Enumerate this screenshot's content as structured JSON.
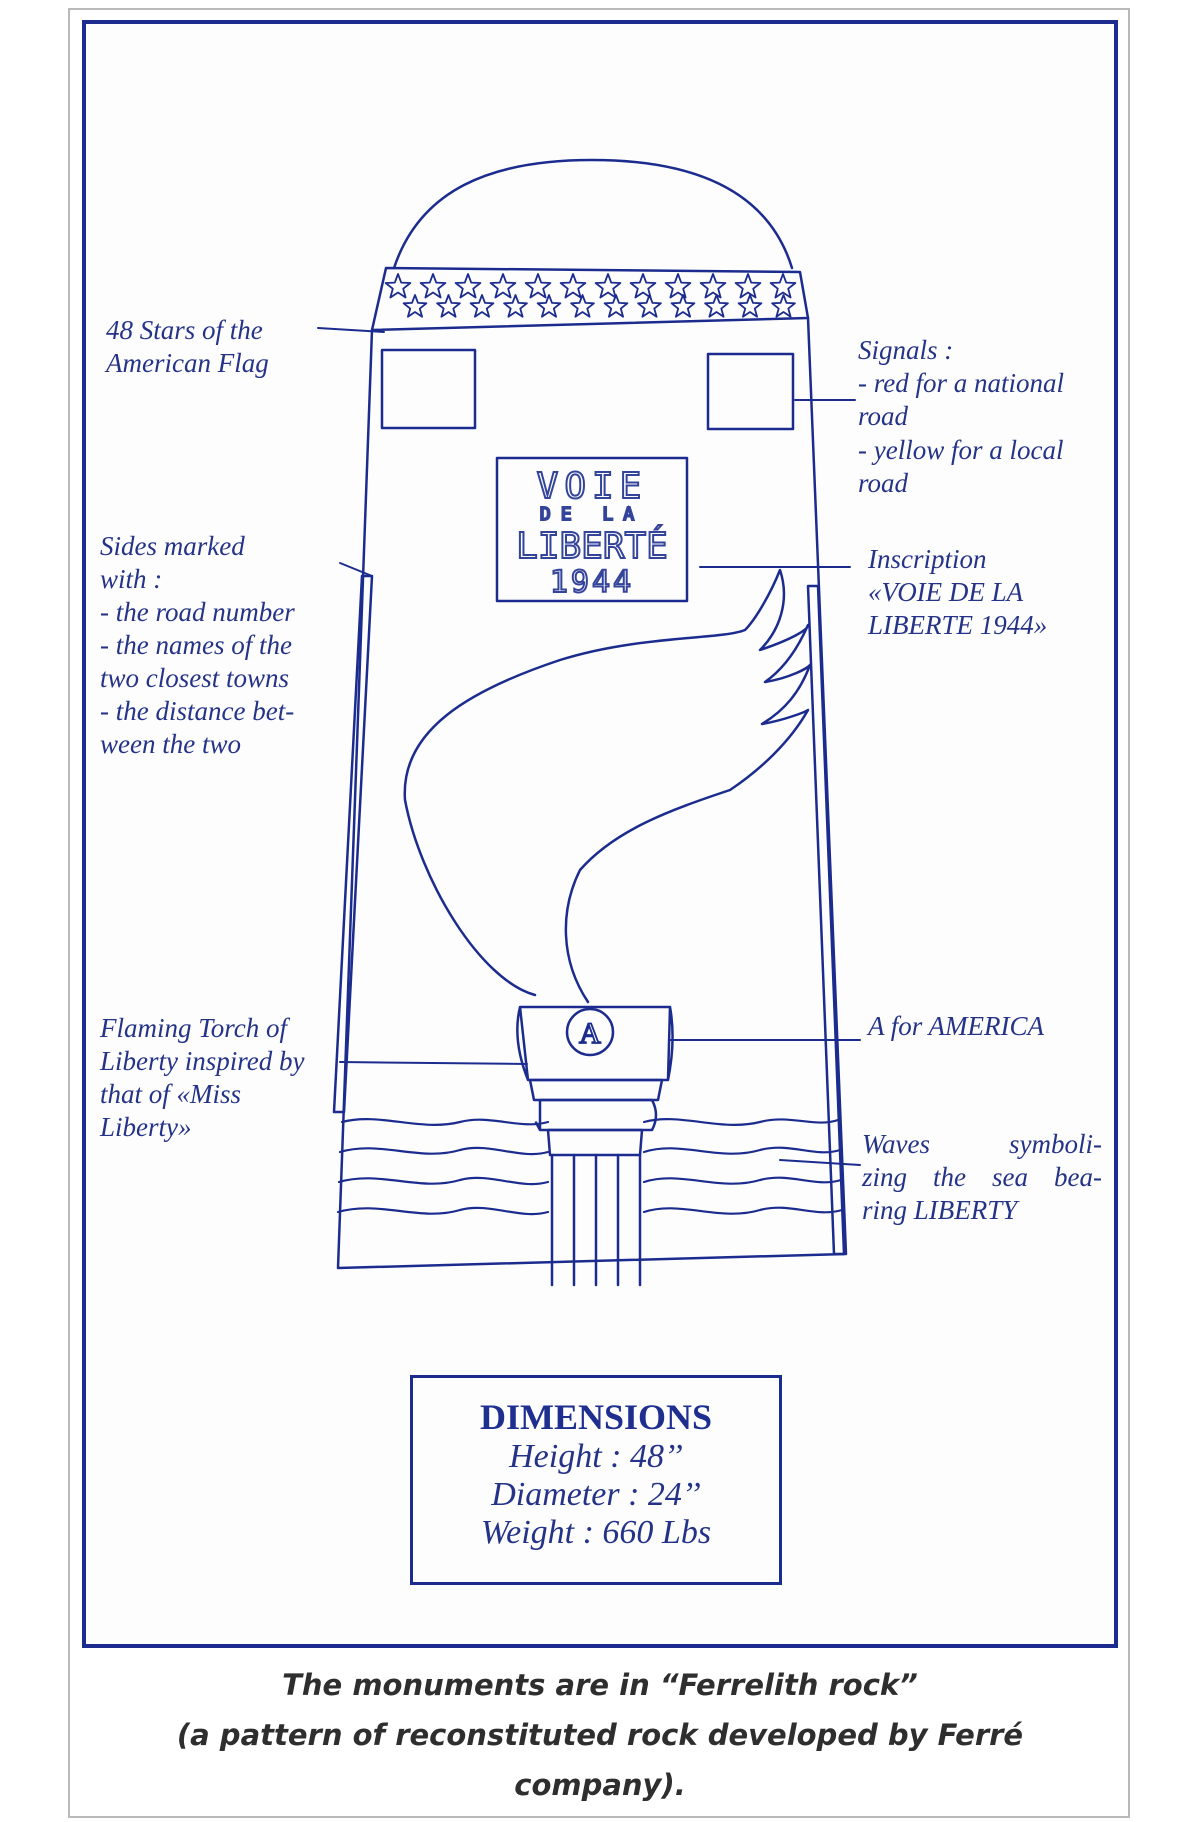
{
  "labels": {
    "stars": "48 Stars of the\nAmerican Flag",
    "signals_title": "Signals :",
    "signals_red": "- red for a national\nroad",
    "signals_yellow": "- yellow for a local\nroad",
    "sides": "Sides marked\nwith :\n- the road number\n- the names of the\ntwo closest towns\n- the distance bet-\nween the two",
    "inscription": "Inscription\n«VOIE DE LA\nLIBERTE 1944»",
    "torch": "Flaming Torch of\nLiberty inspired by\nthat of «Miss\nLiberty»",
    "a_for_america": "A for AMERICA",
    "waves_line1": "Waves symboli-",
    "waves_line2": "zing the sea bea-",
    "waves_line3": "ring LIBERTY"
  },
  "plaque": {
    "line1": "VOIE",
    "line2": "DE LA",
    "line3": "LIBERTÉ",
    "line4": "1944"
  },
  "emblem_letter": "A",
  "dimensions": {
    "title": "DIMENSIONS",
    "height": "Height : 48’’",
    "diameter": "Diameter : 24’’",
    "weight": "Weight : 660 Lbs"
  },
  "caption": {
    "line1": "The monuments are in “Ferrelith rock”",
    "line2": "(a pattern of reconstituted rock developed by Ferré",
    "line3": "company)."
  },
  "colors": {
    "ink": "#1c2c8e",
    "label_text": "#243387",
    "caption_text": "#2e2e2e",
    "outer_border": "#b9b9b9"
  }
}
